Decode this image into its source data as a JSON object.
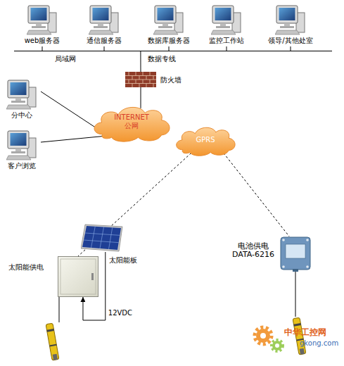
{
  "diagram": {
    "nodes": [
      {
        "text": [
          "web服务器"
        ]
      },
      {
        "text": [
          "通信服务器"
        ]
      },
      {
        "text": [
          "数据库服务器"
        ]
      },
      {
        "text": [
          "监控工作站"
        ]
      },
      {
        "text": [
          "领导/其他处室"
        ]
      },
      {
        "text": [
          "局域网",
          "数据专线"
        ]
      },
      {
        "text": [
          "防火墙"
        ]
      },
      {
        "text": [
          "INTERNET 公网"
        ]
      },
      {
        "text": [
          "分中心"
        ]
      },
      {
        "text": [
          "GPRS"
        ]
      },
      {
        "text": [
          "客户浏览"
        ]
      },
      {
        "text": [
          "太阳能板"
        ]
      },
      {
        "text": [
          "电池供电 DATA-6216"
        ]
      },
      {
        "text": [
          "太阳能供电"
        ]
      }
    ],
    "edges": [
      {
        "from": 0,
        "to": 5,
        "arrow": "none"
      },
      {
        "from": 1,
        "to": 5,
        "arrow": "none"
      },
      {
        "from": 2,
        "to": 5,
        "arrow": "none"
      },
      {
        "from": 3,
        "to": 5,
        "arrow": "none"
      },
      {
        "from": 4,
        "to": 5,
        "arrow": "none"
      },
      {
        "from": 5,
        "to": 6,
        "arrow": "none"
      },
      {
        "from": 6,
        "to": 7,
        "arrow": "none"
      },
      {
        "from": 8,
        "to": 7,
        "arrow": "none"
      },
      {
        "from": 10,
        "to": 7,
        "arrow": "none"
      },
      {
        "from": 9,
        "to": 13,
        "arrow": "none"
      },
      {
        "from": 9,
        "to": 12,
        "arrow": "none"
      },
      {
        "from": 11,
        "to": 13,
        "label": "12VDC",
        "arrow": "to"
      }
    ],
    "labels": [
      "中华工控网",
      "gkong.com"
    ]
  }
}
